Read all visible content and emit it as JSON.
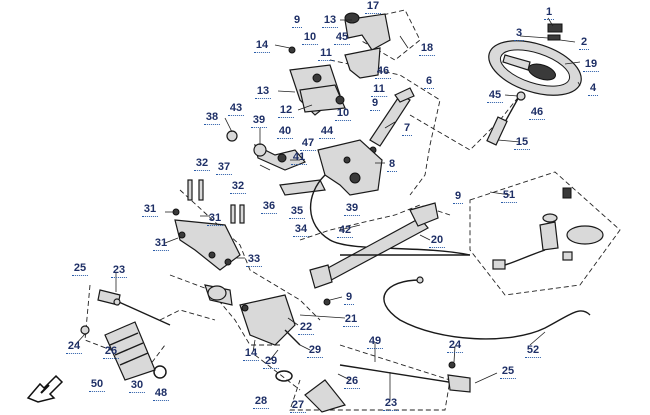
{
  "diagram": {
    "callouts": [
      {
        "id": "c1",
        "text": "1"
      },
      {
        "id": "c2",
        "text": "2"
      },
      {
        "id": "c3",
        "text": "3"
      },
      {
        "id": "c19",
        "text": "19"
      },
      {
        "id": "c4",
        "text": "4"
      },
      {
        "id": "c45b",
        "text": "45"
      },
      {
        "id": "c46b",
        "text": "46"
      },
      {
        "id": "c15",
        "text": "15"
      },
      {
        "id": "c17",
        "text": "17"
      },
      {
        "id": "c13a",
        "text": "13"
      },
      {
        "id": "c9a",
        "text": "9"
      },
      {
        "id": "c10a",
        "text": "10"
      },
      {
        "id": "c11a",
        "text": "11"
      },
      {
        "id": "c45a",
        "text": "45"
      },
      {
        "id": "c18",
        "text": "18"
      },
      {
        "id": "c14a",
        "text": "14"
      },
      {
        "id": "c46a",
        "text": "46"
      },
      {
        "id": "c11b",
        "text": "11"
      },
      {
        "id": "c6",
        "text": "6"
      },
      {
        "id": "c13b",
        "text": "13"
      },
      {
        "id": "c12",
        "text": "12"
      },
      {
        "id": "c10b",
        "text": "10"
      },
      {
        "id": "c9b",
        "text": "9"
      },
      {
        "id": "c7",
        "text": "7"
      },
      {
        "id": "c43",
        "text": "43"
      },
      {
        "id": "c38",
        "text": "38"
      },
      {
        "id": "c39a",
        "text": "39"
      },
      {
        "id": "c40",
        "text": "40"
      },
      {
        "id": "c44",
        "text": "44"
      },
      {
        "id": "c47",
        "text": "47"
      },
      {
        "id": "c41",
        "text": "41"
      },
      {
        "id": "c8",
        "text": "8"
      },
      {
        "id": "c32a",
        "text": "32"
      },
      {
        "id": "c37",
        "text": "37"
      },
      {
        "id": "c32b",
        "text": "32"
      },
      {
        "id": "c36",
        "text": "36"
      },
      {
        "id": "c35",
        "text": "35"
      },
      {
        "id": "c39b",
        "text": "39"
      },
      {
        "id": "c9c",
        "text": "9"
      },
      {
        "id": "c31a",
        "text": "31"
      },
      {
        "id": "c31b",
        "text": "31"
      },
      {
        "id": "c31c",
        "text": "31"
      },
      {
        "id": "c34",
        "text": "34"
      },
      {
        "id": "c42",
        "text": "42"
      },
      {
        "id": "c20",
        "text": "20"
      },
      {
        "id": "c51",
        "text": "51"
      },
      {
        "id": "c33",
        "text": "33"
      },
      {
        "id": "c25a",
        "text": "25"
      },
      {
        "id": "c23a",
        "text": "23"
      },
      {
        "id": "c9d",
        "text": "9"
      },
      {
        "id": "c22",
        "text": "22"
      },
      {
        "id": "c21",
        "text": "21"
      },
      {
        "id": "c24a",
        "text": "24"
      },
      {
        "id": "c14b",
        "text": "14"
      },
      {
        "id": "c29a",
        "text": "29"
      },
      {
        "id": "c29b",
        "text": "29"
      },
      {
        "id": "c49",
        "text": "49"
      },
      {
        "id": "c24b",
        "text": "24"
      },
      {
        "id": "c52",
        "text": "52"
      },
      {
        "id": "c26a",
        "text": "26"
      },
      {
        "id": "c50",
        "text": "50"
      },
      {
        "id": "c30",
        "text": "30"
      },
      {
        "id": "c48",
        "text": "48"
      },
      {
        "id": "c26b",
        "text": "26"
      },
      {
        "id": "c25b",
        "text": "25"
      },
      {
        "id": "c28",
        "text": "28"
      },
      {
        "id": "c27",
        "text": "27"
      },
      {
        "id": "c23b",
        "text": "23"
      }
    ]
  }
}
